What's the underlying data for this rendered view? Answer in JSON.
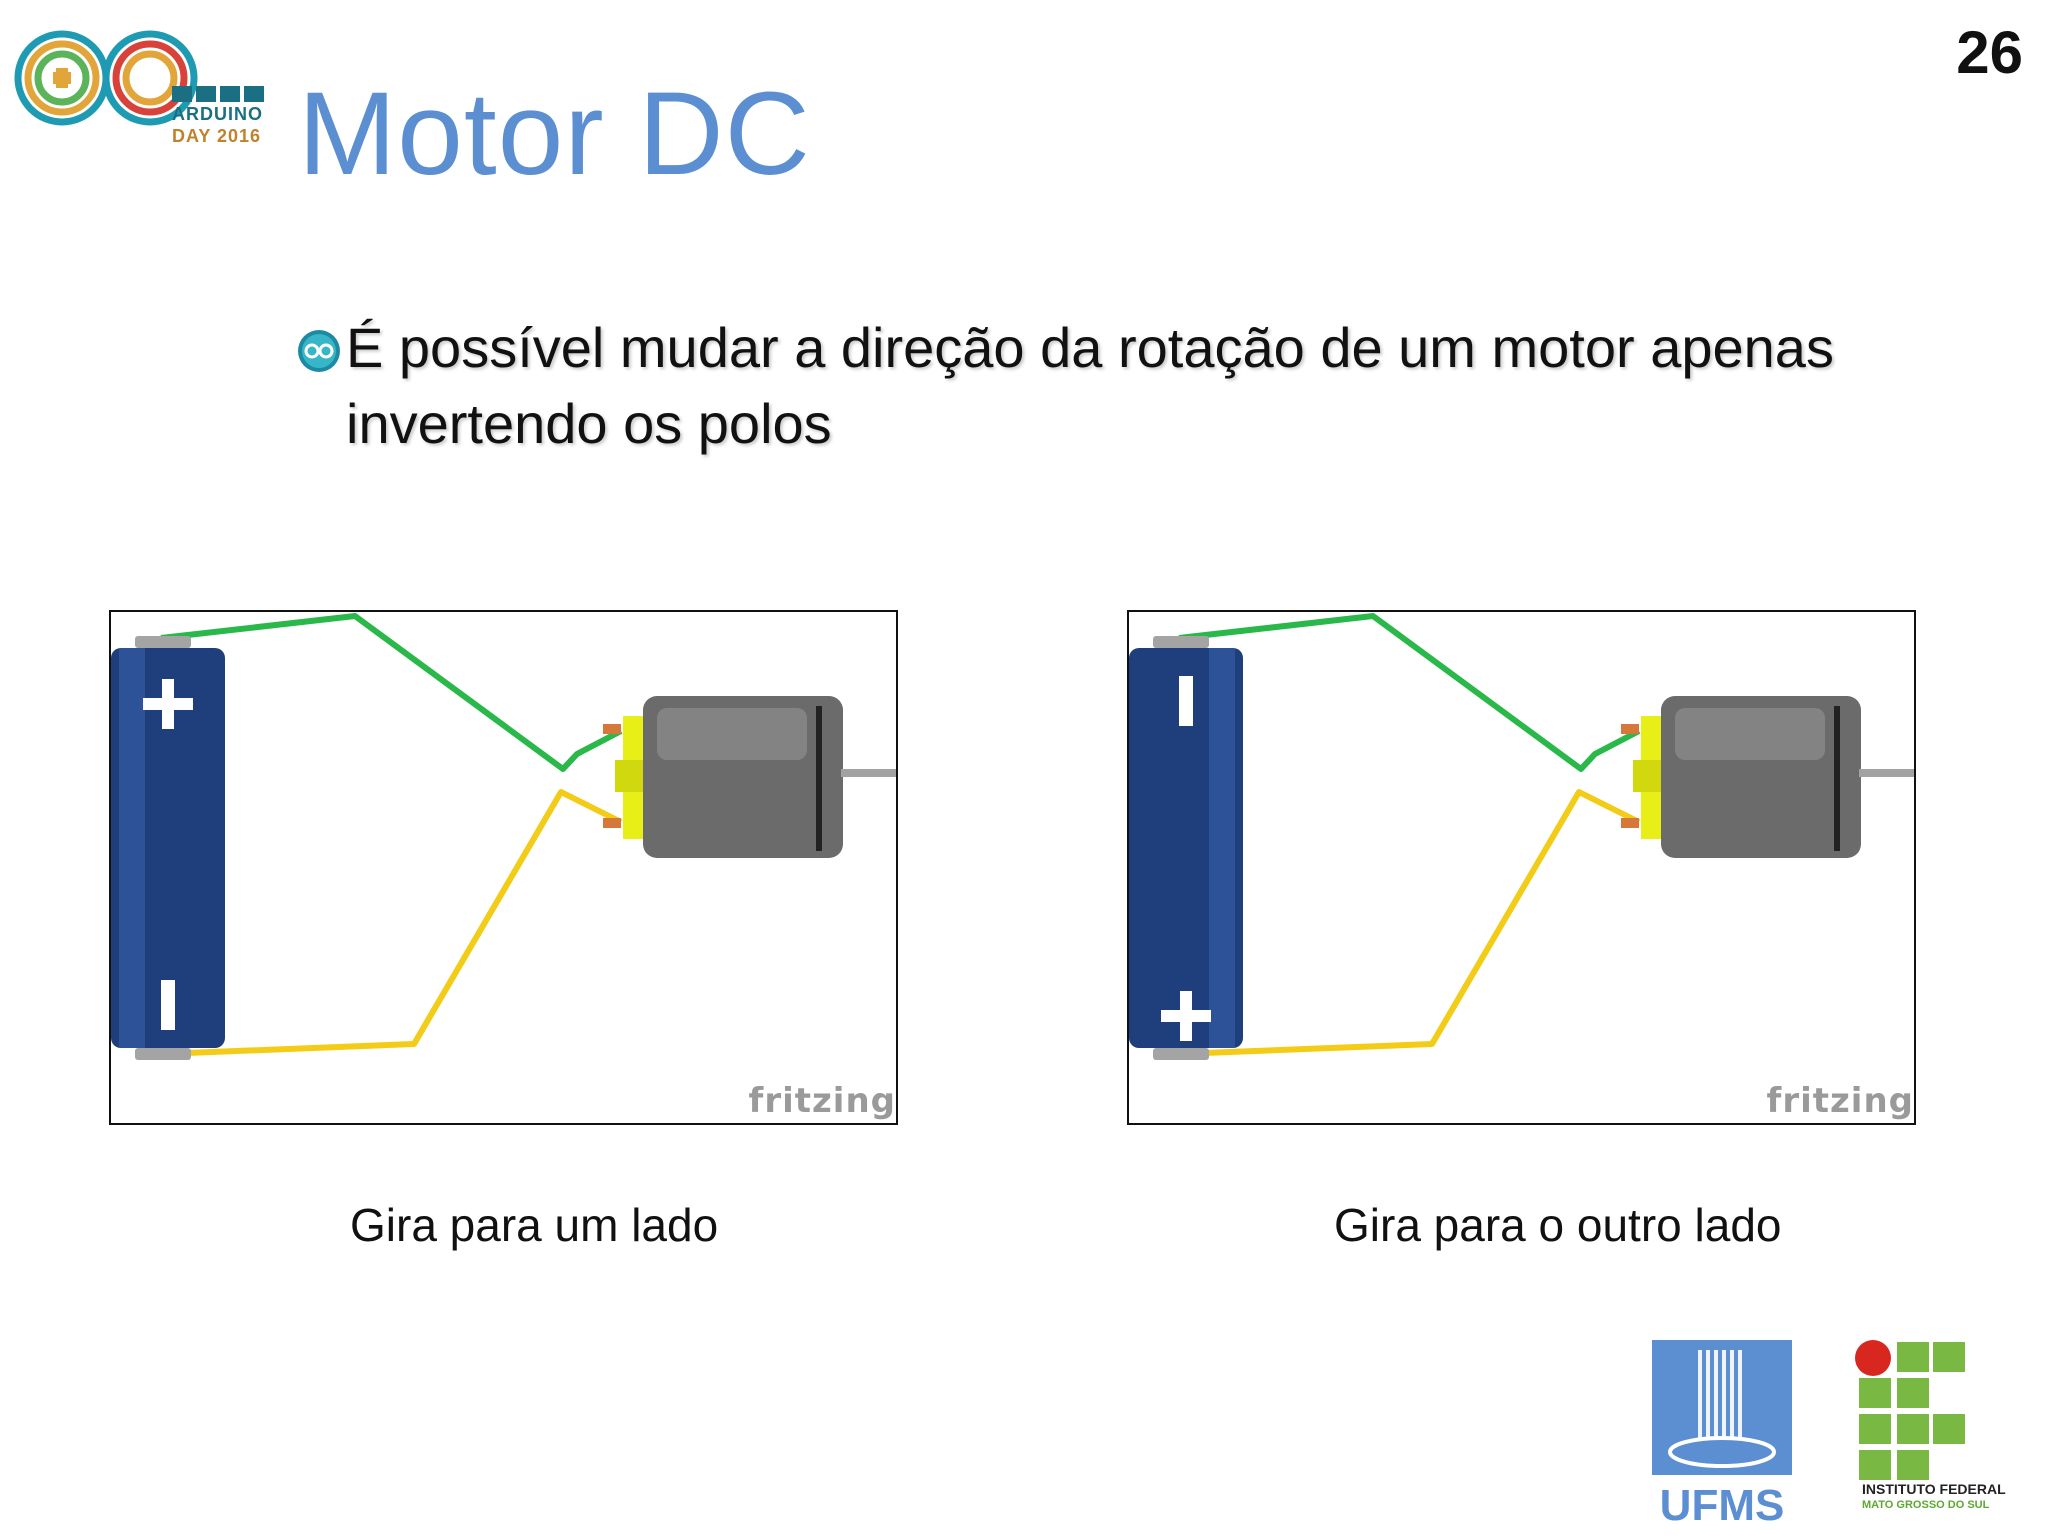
{
  "slide": {
    "title": "Motor DC",
    "number": "26",
    "bullet": "É possível mudar a direção da rotação de um motor apenas invertendo os polos"
  },
  "logos": {
    "arduino_line1": "ARDUINO",
    "arduino_line2": "DAY 2016",
    "ufms": "UFMS",
    "ifms_line1": "INSTITUTO FEDERAL",
    "ifms_line2": "MATO GROSSO DO SUL"
  },
  "figures": [
    {
      "watermark": "fritzing",
      "caption": "Gira para um lado",
      "battery_top_symbol": "+",
      "battery_bottom_symbol": "−"
    },
    {
      "watermark": "fritzing",
      "caption": "Gira para o outro lado",
      "battery_top_symbol": "−",
      "battery_bottom_symbol": "+"
    }
  ],
  "colors": {
    "title": "#5b8fd2",
    "wire_green": "#2bb84a",
    "wire_yellow": "#f2cc17",
    "battery": "#1f3f7c",
    "motor": "#6b6b6b",
    "motor_terminal": "#e8ef16"
  }
}
